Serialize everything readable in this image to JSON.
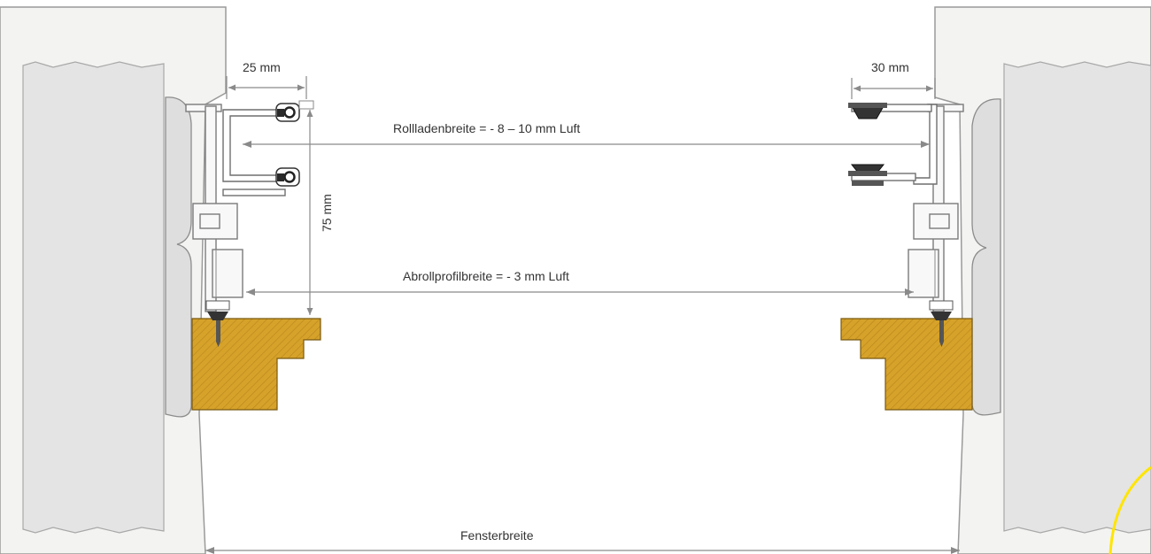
{
  "labels": {
    "left_gap": "25 mm",
    "right_gap": "30 mm",
    "height": "75 mm",
    "rollladen_width": "Rollladenbreite = - 8 – 10 mm Luft",
    "abroll_width": "Abrollprofilbreite = - 3 mm Luft",
    "window_width": "Fensterbreite"
  },
  "colors": {
    "wood": "#d6a22a",
    "concrete": "#f3f3f1",
    "cavity": "#e4e4e4",
    "insulation": "#dedede",
    "highlight": "#ffe500"
  }
}
